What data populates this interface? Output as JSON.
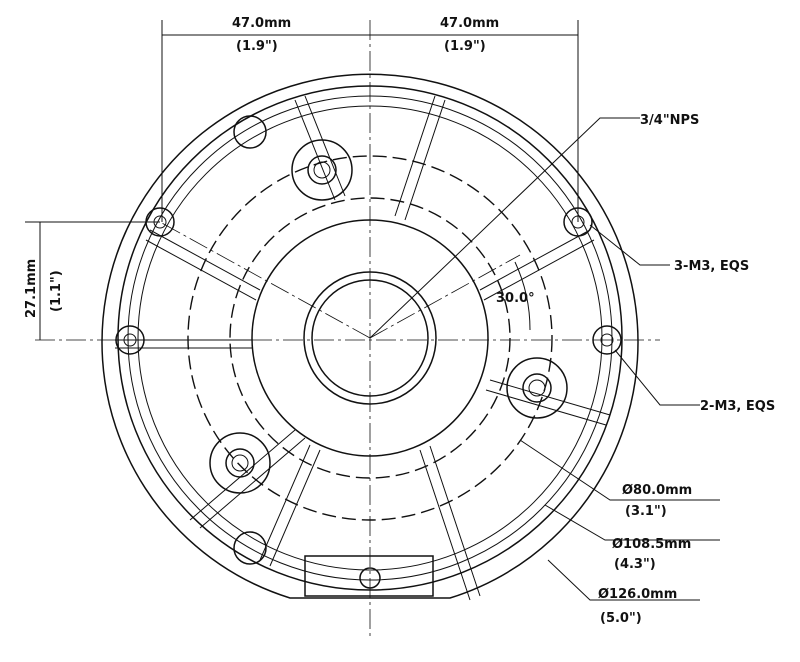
{
  "dimensions": {
    "top_left_width": {
      "mm": "47.0mm",
      "in": "(1.9\")"
    },
    "top_right_width": {
      "mm": "47.0mm",
      "in": "(1.9\")"
    },
    "left_height": {
      "mm": "27.1mm",
      "in": "(1.1\")"
    },
    "angle": "30.0°",
    "diameter_inner": {
      "mm": "Ø80.0mm",
      "in": "(3.1\")"
    },
    "diameter_middle": {
      "mm": "Ø108.5mm",
      "in": "(4.3\")"
    },
    "diameter_outer": {
      "mm": "Ø126.0mm",
      "in": "(5.0\")"
    }
  },
  "callouts": {
    "conduit": "3/4\"NPS",
    "holes_three": "3-M3, EQS",
    "holes_two": "2-M3, EQS"
  }
}
